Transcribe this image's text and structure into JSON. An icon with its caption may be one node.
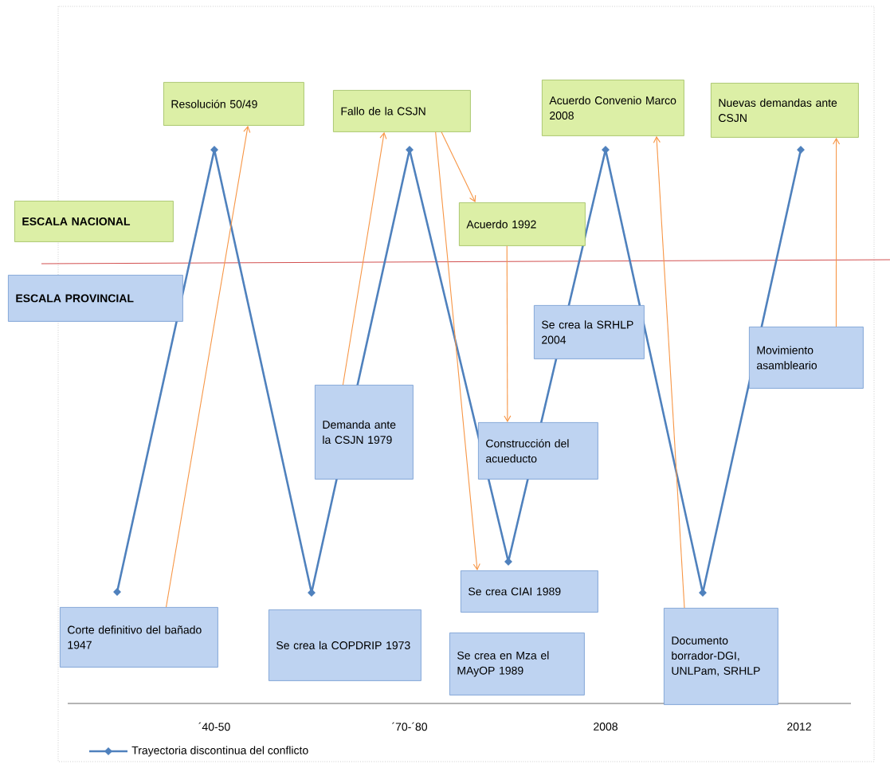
{
  "diagram": {
    "nodes": [
      {
        "text": [
          "Resolución 50/49"
        ]
      },
      {
        "text": [
          "Fallo de la CSJN"
        ]
      },
      {
        "text": [
          "Acuerdo Convenio Marco 2008"
        ]
      },
      {
        "text": [
          "Nuevas demandas ante CSJN"
        ]
      },
      {
        "text": [
          "ESCALA NACIONAL"
        ]
      },
      {
        "text": [
          "Acuerdo 1992"
        ]
      },
      {
        "text": [
          "ESCALA PROVINCIAL"
        ]
      },
      {
        "text": [
          "Se crea la SRHLP 2004"
        ]
      },
      {
        "text": [
          "Movimiento asambleario"
        ]
      },
      {
        "text": [
          "Demanda ante la CSJN 1979"
        ]
      },
      {
        "text": [
          "Construcción del acueducto"
        ]
      },
      {
        "text": [
          "Se crea CIAI 1989"
        ]
      },
      {
        "text": [
          "Corte definitivo del bañado 1947"
        ]
      },
      {
        "text": [
          "Se crea la COPDRIP 1973"
        ]
      },
      {
        "text": [
          "Se crea en Mza el MAyOP 1989"
        ]
      },
      {
        "text": [
          "Documento borrador-DGI, UNLPam, SRHLP"
        ]
      }
    ],
    "edges": [
      {
        "from": 12,
        "to": 0,
        "arrow": "to"
      },
      {
        "from": 9,
        "to": 1,
        "arrow": "to"
      },
      {
        "from": 1,
        "to": 5,
        "arrow": "to"
      },
      {
        "from": 1,
        "to": 11,
        "arrow": "to"
      },
      {
        "from": 5,
        "to": 10,
        "arrow": "to"
      },
      {
        "from": 15,
        "to": 2,
        "arrow": "to"
      },
      {
        "from": 8,
        "to": 3,
        "arrow": "to"
      }
    ],
    "labels": [
      "´40-50",
      "´70-´80",
      "2008",
      "2012"
    ],
    "legend": [
      {
        "text": "Trayectoria discontinua del conflicto"
      }
    ]
  }
}
